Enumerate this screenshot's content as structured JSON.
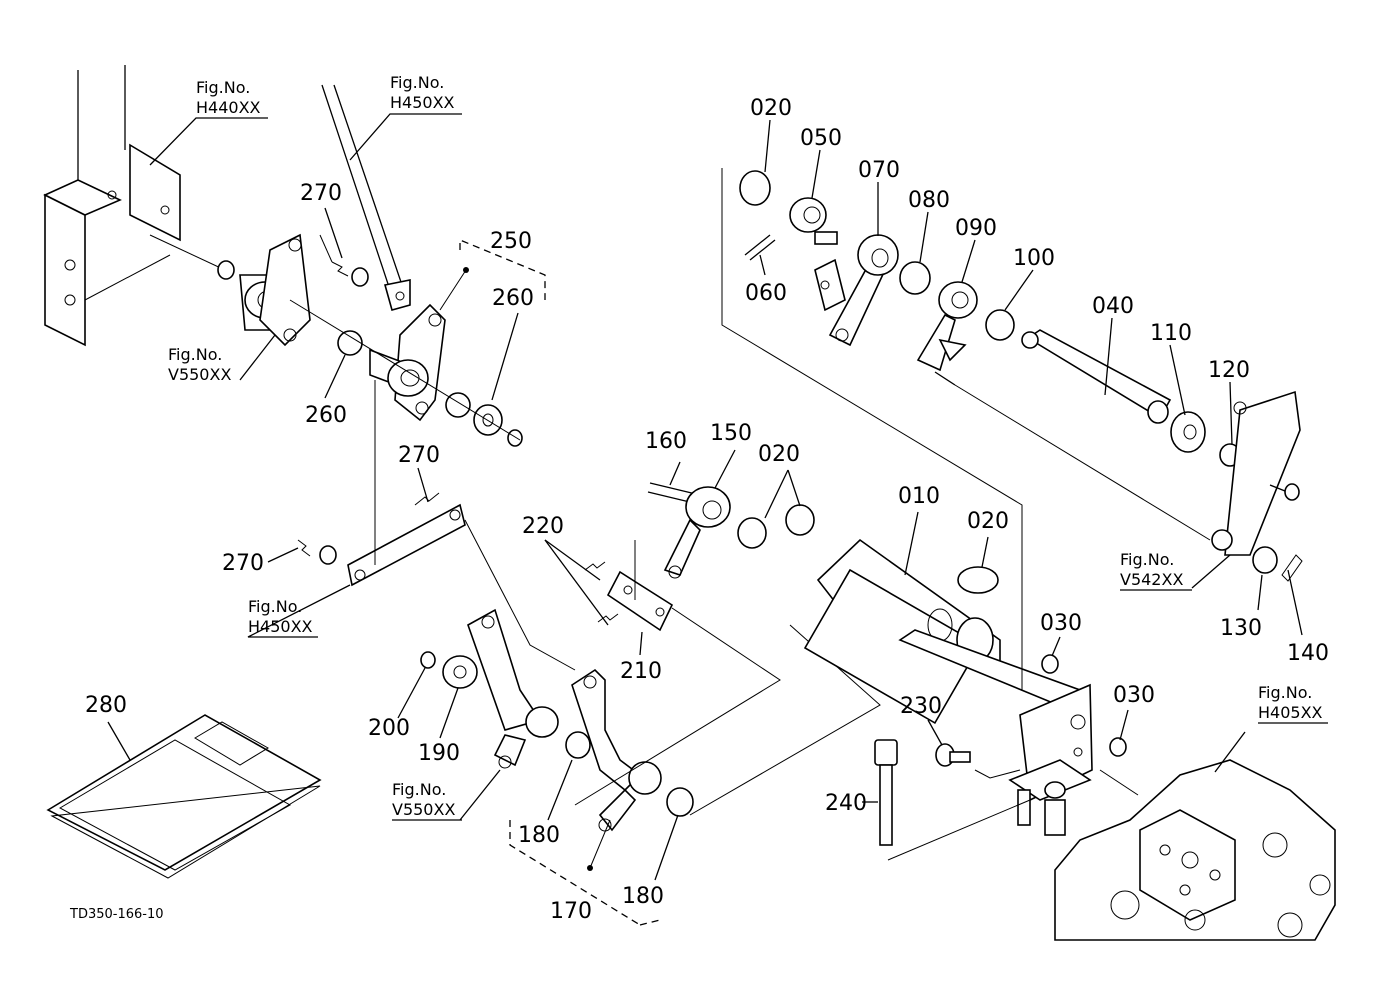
{
  "drawing_code": "TD350-166-10",
  "part_numbers": {
    "p010": "010",
    "p020a": "020",
    "p020b": "020",
    "p020c": "020",
    "p030a": "030",
    "p030b": "030",
    "p040": "040",
    "p050": "050",
    "p060": "060",
    "p070": "070",
    "p080": "080",
    "p090": "090",
    "p100": "100",
    "p110": "110",
    "p120": "120",
    "p130": "130",
    "p140": "140",
    "p150": "150",
    "p160": "160",
    "p170": "170",
    "p180a": "180",
    "p180b": "180",
    "p190": "190",
    "p200": "200",
    "p210": "210",
    "p220": "220",
    "p230": "230",
    "p240": "240",
    "p250": "250",
    "p260a": "260",
    "p260b": "260",
    "p270a": "270",
    "p270b": "270",
    "p270c": "270",
    "p280": "280"
  },
  "figure_refs": {
    "h440_label": "Fig.No.",
    "h440_code": "H440XX",
    "h450top_label": "Fig.No.",
    "h450top_code": "H450XX",
    "v550top_label": "Fig.No.",
    "v550top_code": "V550XX",
    "h450mid_label": "Fig.No.",
    "h450mid_code": "H450XX",
    "v550bot_label": "Fig.No.",
    "v550bot_code": "V550XX",
    "v542_label": "Fig.No.",
    "v542_code": "V542XX",
    "h405_label": "Fig.No.",
    "h405_code": "H405XX"
  }
}
